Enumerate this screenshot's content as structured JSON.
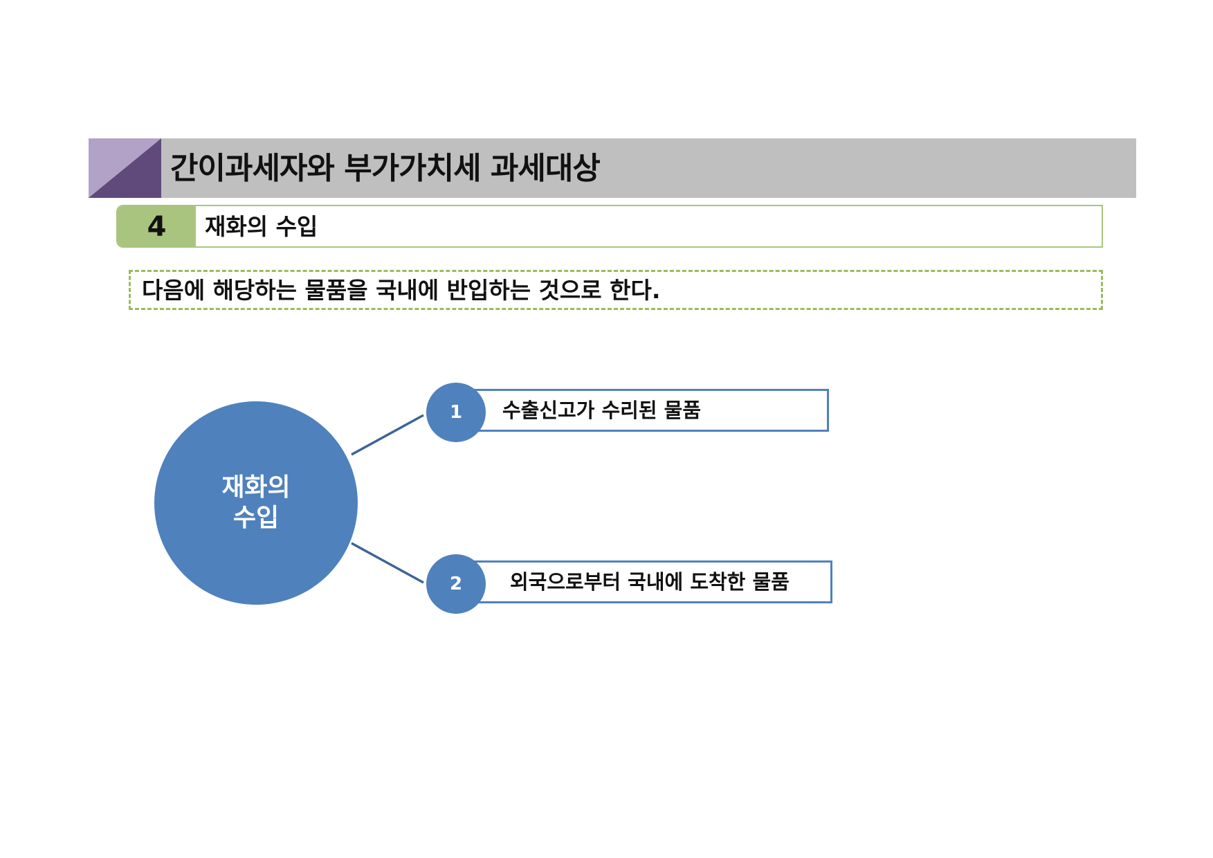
{
  "title": "간이과세자와 부가가치세 과세대상",
  "section": {
    "number": "4",
    "label": "재화의 수입"
  },
  "description": "다음에 해당하는 물품을 국내에 반입하는 것으로 한다.",
  "diagram": {
    "hub_label": "재화의 수입",
    "items": [
      {
        "number": "1",
        "text": "수출신고가 수리된 물품"
      },
      {
        "number": "2",
        "text": "외국으로부터 국내에 도착한 물품"
      }
    ]
  },
  "colors": {
    "title_bar": "#bfbfbf",
    "title_corner_light": "#b3a2c7",
    "title_corner_dark": "#604a7b",
    "section_green": "#a9c47f",
    "dashed_green": "#9bbb59",
    "diagram_blue": "#4f81bd",
    "connector_blue": "#3d6496"
  }
}
